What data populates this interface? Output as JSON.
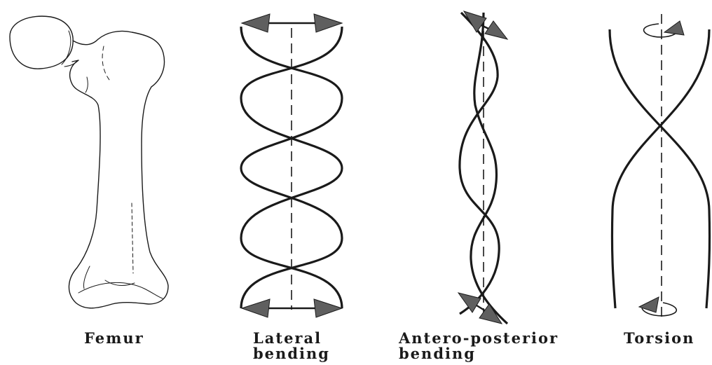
{
  "captions": {
    "femur": "Femur",
    "lateral_line1": "Lateral",
    "lateral_line2": "bending",
    "ap_line1": "Antero-posterior",
    "ap_line2": "bending",
    "torsion": "Torsion"
  },
  "colors": {
    "ink": "#1a1a1a",
    "arrow_fill": "#5f5f5f",
    "background": "#ffffff"
  }
}
